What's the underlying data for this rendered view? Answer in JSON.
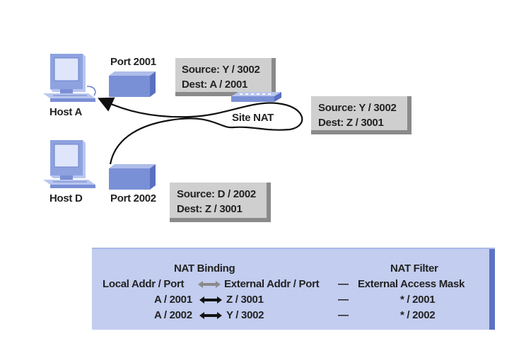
{
  "hosts": {
    "host_a": "Host A",
    "host_d": "Host D"
  },
  "ports": {
    "port_2001": "Port 2001",
    "port_2002": "Port 2002"
  },
  "nat_device": "Site NAT",
  "packets": {
    "top": {
      "source": "Source: Y / 3002",
      "dest": "Dest: A / 2001"
    },
    "right": {
      "source": "Source: Y / 3002",
      "dest": "Dest: Z / 3001"
    },
    "bottom": {
      "source": "Source: D / 2002",
      "dest": "Dest: Z / 3001"
    }
  },
  "table": {
    "heading_binding": "NAT Binding",
    "heading_filter": "NAT Filter",
    "col_local": "Local Addr / Port",
    "col_external": "External Addr / Port",
    "col_dash": "—",
    "col_mask": "External Access Mask",
    "rows": [
      {
        "local": "A / 2001",
        "external": "Z / 3001",
        "dash": "—",
        "mask": "* / 2001"
      },
      {
        "local": "A / 2002",
        "external": "Y / 3002",
        "dash": "—",
        "mask": "* / 2002"
      }
    ]
  },
  "colors": {
    "panel": "#c2cdef",
    "panel_edge": "#5b73c4",
    "packet_box": "#cfcfcf",
    "port_box": "#7a90d6",
    "computer": "#8ea2e0"
  }
}
